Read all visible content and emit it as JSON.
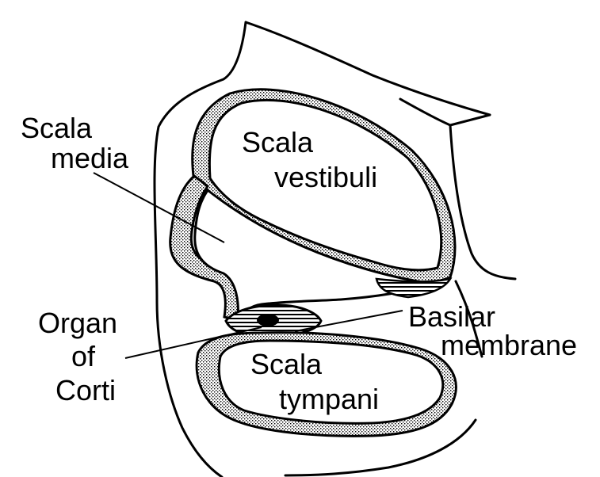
{
  "labels": {
    "scala_media": [
      "Scala",
      "media"
    ],
    "scala_vestibuli": [
      "Scala",
      "vestibuli"
    ],
    "organ_of_corti": [
      "Organ",
      "of",
      "Corti"
    ],
    "basilar_membrane": [
      "Basilar",
      "membrane"
    ],
    "scala_tympani": [
      "Scala",
      "tympani"
    ]
  },
  "colors": {
    "stroke": "#000000",
    "background": "#ffffff",
    "stipple": "#000000"
  }
}
